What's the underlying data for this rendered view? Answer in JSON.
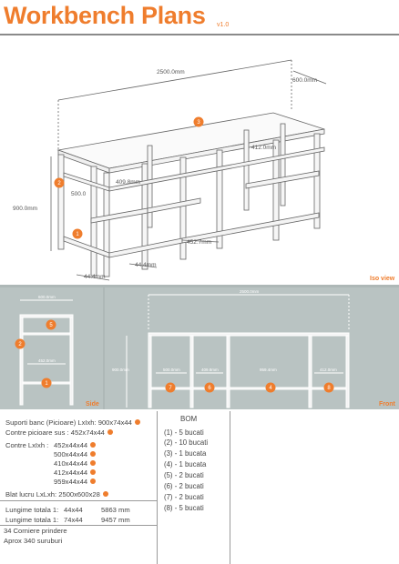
{
  "header": {
    "title": "Workbench Plans",
    "version": "v1.0"
  },
  "iso": {
    "label": "Iso view",
    "dims": {
      "length": "2500.0mm",
      "depth": "600.0mm",
      "height": "900.0mm",
      "leg_h": "500.0",
      "mid_h": "409.8mm",
      "inner_h": "412.0mm",
      "rail": "452.7mm",
      "post_a": "44.4mm",
      "post_b": "44.4mm"
    },
    "markers": [
      "1",
      "2",
      "3"
    ]
  },
  "side": {
    "label": "Side",
    "dims": {
      "top": "600.0mm",
      "mid": "452.0mm"
    },
    "markers": [
      "5",
      "2",
      "1"
    ]
  },
  "front": {
    "label": "Front",
    "dims": {
      "top": "2500.0mm",
      "height": "900.0mm",
      "s1": "500.0mm",
      "s2": "409.8mm",
      "s3": "959.4mm",
      "s4": "412.0mm"
    },
    "markers": [
      "7",
      "6",
      "4",
      "8"
    ]
  },
  "specs": {
    "line1": "Suporti banc (Picioare) LxIxh: 900x74x44",
    "line2": "Contre picioare sus : 452x74x44",
    "contre_label": "Contre LxIxh :",
    "contre": [
      "452x44x44",
      "500x44x44",
      "410x44x44",
      "412x44x44",
      "959x44x44"
    ],
    "blat": "Blat lucru LxLxh: 2500x600x28",
    "total1_label": "Lungime totala 1:",
    "total1_size": "44x44",
    "total1_len": "5863 mm",
    "total2_label": "Lungime totala 1:",
    "total2_size": "74x44",
    "total2_len": "9457 mm",
    "corner": "34 Corniere prindere",
    "screws": "Aprox 340 suruburi"
  },
  "bom": {
    "title": "BOM",
    "items": [
      "(1) - 5 bucati",
      "(2) - 10 bucati",
      "(3) - 1 bucata",
      "(4) - 1 bucata",
      "(5) - 2 bucati",
      "(6) - 2 bucati",
      "(7) - 2 bucati",
      "(8) - 5 bucati"
    ]
  },
  "colors": {
    "accent": "#ef7d2d",
    "panel": "#b9c3c2",
    "band": "#aeb8b7"
  }
}
